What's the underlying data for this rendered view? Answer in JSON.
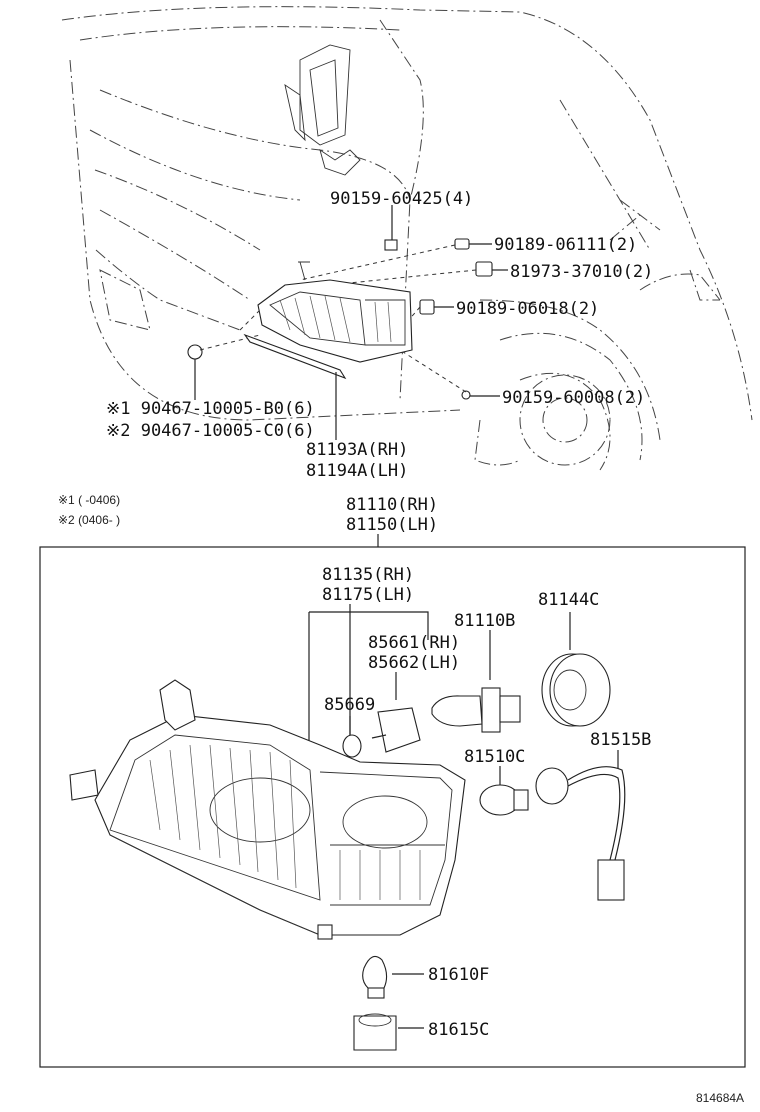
{
  "top_labels": [
    {
      "id": "p1",
      "text": "90159-60425(4)"
    },
    {
      "id": "p2",
      "text": "90189-06111(2)"
    },
    {
      "id": "p3",
      "text": "81973-37010(2)"
    },
    {
      "id": "p4",
      "text": "90189-06018(2)"
    },
    {
      "id": "p5",
      "text": "90159-60008(2)"
    },
    {
      "id": "p6",
      "text": "※1 90467-10005-B0(6)"
    },
    {
      "id": "p7",
      "text": "※2 90467-10005-C0(6)"
    },
    {
      "id": "p8",
      "text": "81193A(RH)"
    },
    {
      "id": "p9",
      "text": "81194A(LH)"
    }
  ],
  "notes": [
    {
      "id": "n1",
      "text": "※1 (      -0406)"
    },
    {
      "id": "n2",
      "text": "※2 (0406-      )"
    }
  ],
  "assembly_labels": [
    {
      "id": "a1",
      "text": "81110(RH)"
    },
    {
      "id": "a2",
      "text": "81150(LH)"
    }
  ],
  "box_labels": [
    {
      "id": "b1",
      "text": "81135(RH)"
    },
    {
      "id": "b2",
      "text": "81175(LH)"
    },
    {
      "id": "b3",
      "text": "81110B"
    },
    {
      "id": "b4",
      "text": "81144C"
    },
    {
      "id": "b5",
      "text": "85661(RH)"
    },
    {
      "id": "b6",
      "text": "85662(LH)"
    },
    {
      "id": "b7",
      "text": "85669"
    },
    {
      "id": "b8",
      "text": "81510C"
    },
    {
      "id": "b9",
      "text": "81515B"
    },
    {
      "id": "b10",
      "text": "81610F"
    },
    {
      "id": "b11",
      "text": "81615C"
    }
  ],
  "figure_id": "814684A"
}
